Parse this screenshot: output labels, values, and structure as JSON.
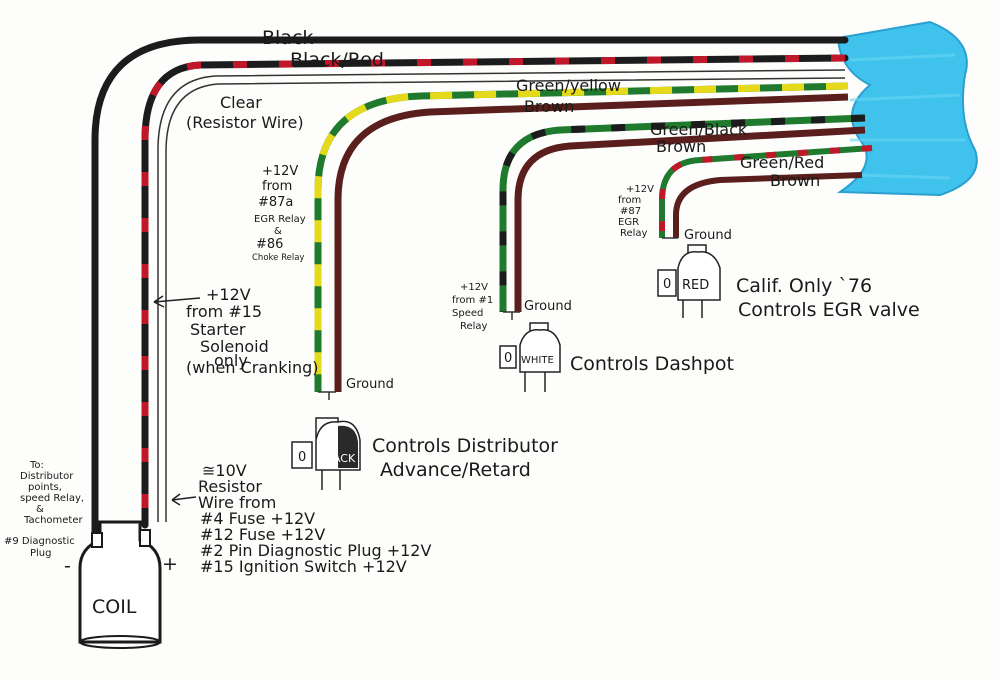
{
  "wires": {
    "black": "Black",
    "black_red": "Black/Red",
    "clear": "Clear",
    "clear_sub": "(Resistor Wire)",
    "green_yellow": "Green/yellow",
    "brown_1": "Brown",
    "green_black": "Green/Black",
    "brown_2": "Brown",
    "green_red": "Green/Red",
    "brown_3": "Brown"
  },
  "notes": {
    "starter": [
      "+12V",
      "from #15",
      "Starter",
      "Solenoid",
      "only",
      "(when Cranking)"
    ],
    "resistor": [
      "≅10V",
      "Resistor",
      "Wire from",
      "#4 Fuse +12V",
      "#12 Fuse +12V",
      "#2 Pin Diagnostic Plug +12V",
      "#15 Ignition Switch +12V"
    ],
    "to_points": [
      "To:",
      "Distributor",
      "points,",
      "speed Relay,",
      "&",
      "Tachometer",
      "#9 Diagnostic",
      "Plug"
    ],
    "relay_87a": [
      "+12V",
      "from",
      "#87a",
      "EGR Relay",
      "&",
      "#86",
      "Choke Relay"
    ],
    "relay_1": [
      "+12V",
      "from #1",
      "Speed",
      "Relay"
    ],
    "relay_87": [
      "+12V",
      "from",
      "#87",
      "EGR",
      "Relay"
    ]
  },
  "ground_labels": [
    "Ground",
    "Ground",
    "Ground"
  ],
  "valves": [
    {
      "label": "BLACK",
      "port": "0",
      "desc1": "Controls Distributor",
      "desc2": "Advance/Retard"
    },
    {
      "label": "WHITE",
      "port": "0",
      "desc1": "Controls Dashpot",
      "desc2": ""
    },
    {
      "label": "RED",
      "port": "0",
      "desc1": "Calif. Only `76",
      "desc2": "Controls EGR valve"
    }
  ],
  "coil": {
    "label": "COIL",
    "minus": "-",
    "plus": "+"
  },
  "colors": {
    "black": "#1c1c1c",
    "red": "#c0182a",
    "green": "#1f7a2e",
    "yellow": "#e5d91c",
    "brown": "#5a1f1c",
    "cyan": "#3fc3ec"
  }
}
